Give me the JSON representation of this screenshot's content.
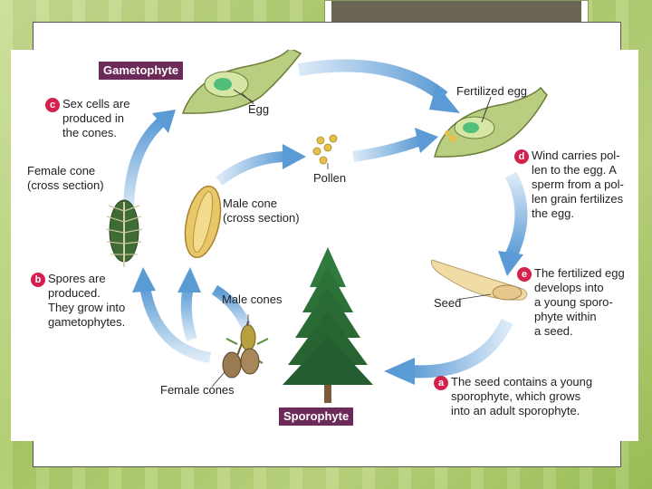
{
  "diagram": {
    "title_gametophyte": "Gametophyte",
    "title_sporophyte": "Sporophyte",
    "egg": "Egg",
    "fertilized_egg": "Fertilized egg",
    "pollen": "Pollen",
    "female_cone_cross": "Female cone\n(cross section)",
    "male_cone_cross": "Male cone\n(cross section)",
    "male_cones": "Male cones",
    "female_cones": "Female cones",
    "seed": "Seed",
    "steps": [
      {
        "letter": "c",
        "text": "Sex cells are\nproduced in\nthe cones."
      },
      {
        "letter": "d",
        "text": "Wind carries pol-\nlen to the egg. A\nsperm from a pol-\nlen grain fertilizes\nthe egg."
      },
      {
        "letter": "e",
        "text": "The fertilized egg\ndevelops into\na young sporo-\nphyte within\na seed."
      },
      {
        "letter": "a",
        "text": "The seed contains a young\nsporophyte, which grows\ninto an adult sporophyte."
      },
      {
        "letter": "b",
        "text": "Spores are\nproduced.\nThey grow into\ngametophytes."
      }
    ]
  },
  "colors": {
    "tag_bg": "#6b2a57",
    "badge_bg": "#d4204c",
    "arrow": "#6fa8dc",
    "title_box_inner": "#6b6556"
  }
}
